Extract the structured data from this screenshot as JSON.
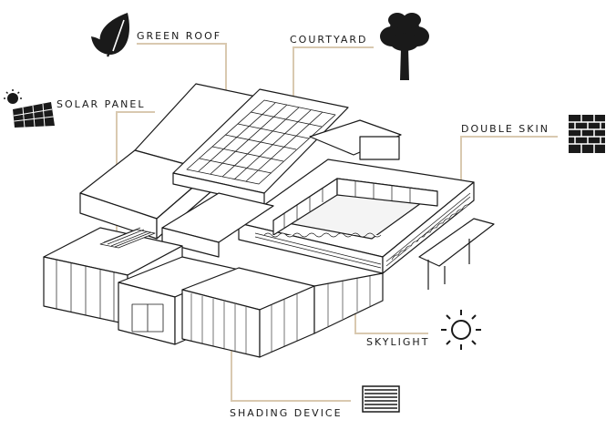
{
  "labels": {
    "green_roof": "GREEN ROOF",
    "courtyard": "COURTYARD",
    "solar_panel": "SOLAR PANEL",
    "double_skin": "DOUBLE SKIN",
    "skylight": "SKYLIGHT",
    "shading_device": "SHADING DEVICE"
  },
  "colors": {
    "leader_line": "#d9c9b0",
    "ink": "#1a1a1a"
  },
  "icons": [
    "leaf-icon",
    "tree-icon",
    "solar-panel-icon",
    "brick-wall-icon",
    "sun-icon",
    "louver-icon"
  ]
}
